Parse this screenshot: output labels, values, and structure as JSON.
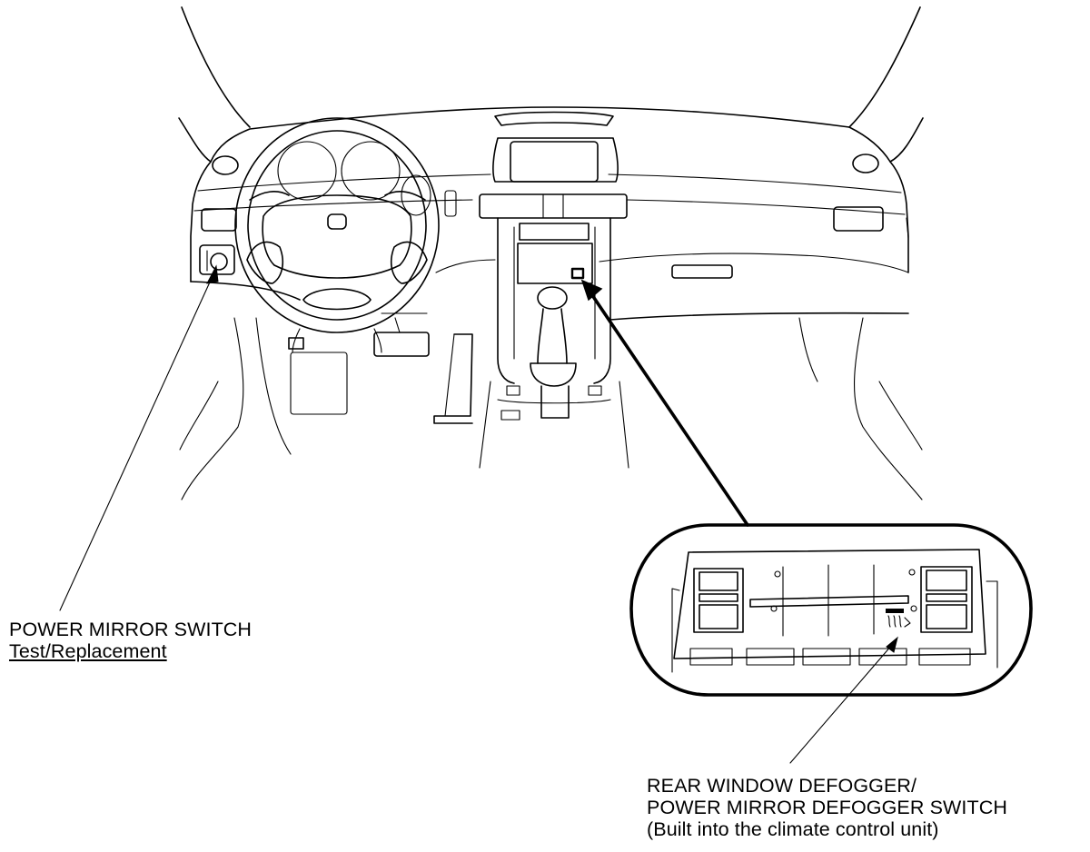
{
  "callouts": {
    "power_mirror_switch": {
      "title": "POWER MIRROR SWITCH",
      "link": "Test/Replacement"
    },
    "defogger_switch": {
      "line1": "REAR WINDOW DEFOGGER/",
      "line2": "POWER MIRROR DEFOGGER SWITCH",
      "line3": "(Built into the climate control unit)"
    }
  }
}
